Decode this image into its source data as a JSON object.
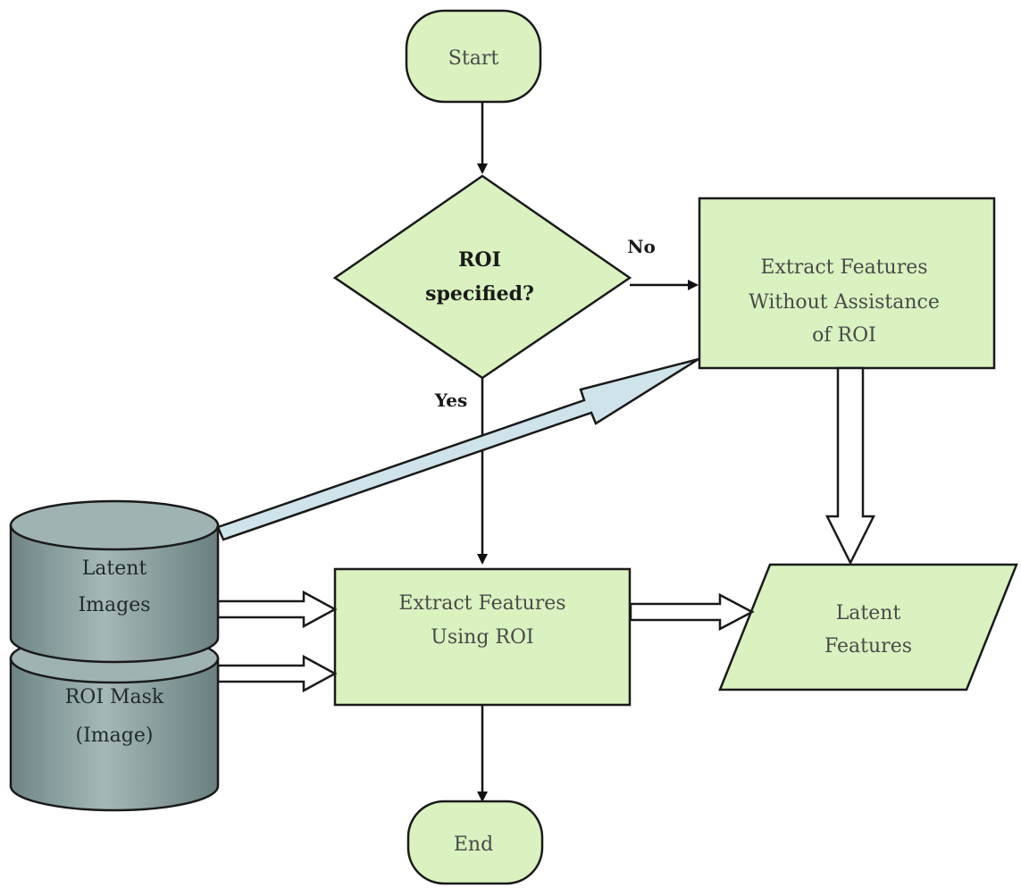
{
  "nodes": {
    "start": {
      "label": "Start"
    },
    "decision": {
      "lines": [
        "ROI",
        "specified?"
      ]
    },
    "extract_without": {
      "lines": [
        "Extract Features",
        "Without Assistance",
        "of ROI"
      ]
    },
    "extract_using": {
      "lines": [
        "Extract Features",
        "Using ROI"
      ]
    },
    "latent_features": {
      "lines": [
        "Latent",
        "Features"
      ]
    },
    "latent_images": {
      "lines": [
        "Latent",
        "Images"
      ]
    },
    "roi_mask": {
      "lines": [
        "ROI Mask",
        "(Image)"
      ]
    },
    "end": {
      "label": "End"
    }
  },
  "edges": {
    "no_label": "No",
    "yes_label": "Yes"
  },
  "colors": {
    "node_fill": "#d9f2c0",
    "node_stroke": "#1a1a1a",
    "db_fill": "#8fa3a3",
    "arrow_hollow_fill": "#ffffff",
    "arrow_blue_fill": "#cfe3ea"
  }
}
